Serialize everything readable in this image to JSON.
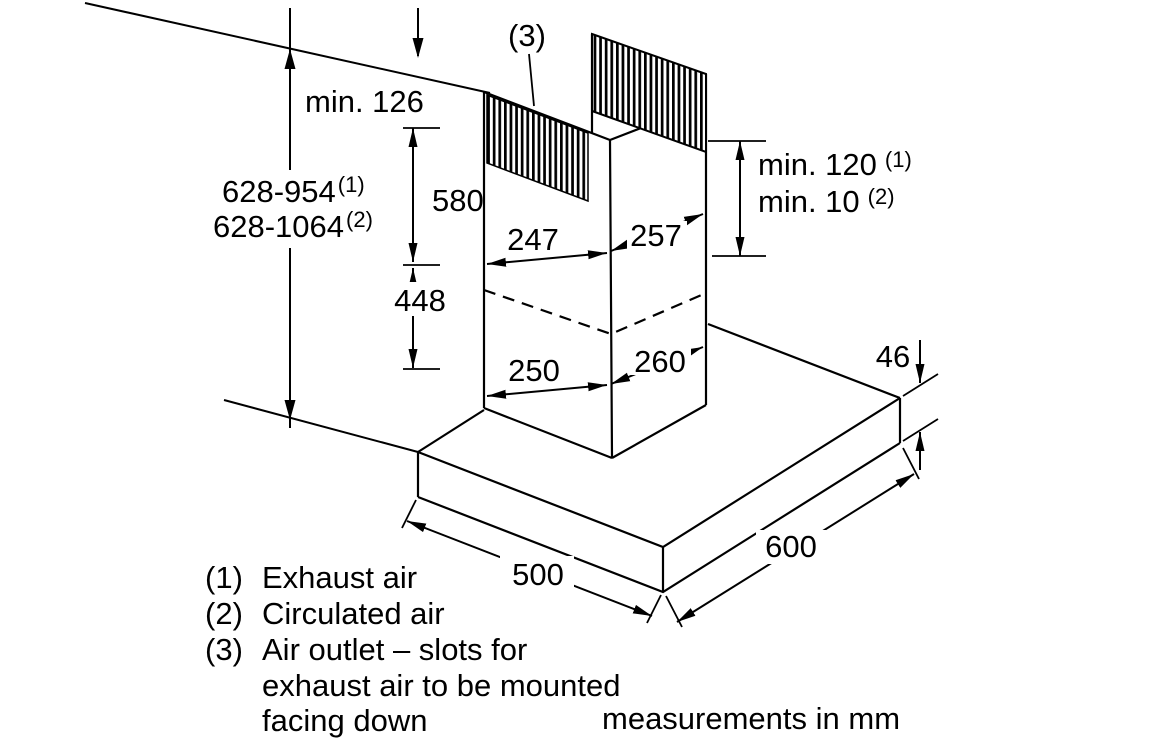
{
  "diagram": {
    "callout": "(3)",
    "dims": {
      "min_top_clearance": "min. 126",
      "height_exhaust": {
        "value": "628-954",
        "ref": "(1)"
      },
      "height_circulated": {
        "value": "628-1064",
        "ref": "(2)"
      },
      "upper_chimney_length": "580",
      "lower_chimney_length": "448",
      "chimney_top_front_width": "247",
      "chimney_top_side_depth": "257",
      "chimney_bottom_front_width": "250",
      "chimney_bottom_side_depth": "260",
      "min_clearance_exhaust": {
        "value": "min. 120",
        "ref": "(1)"
      },
      "min_clearance_circulated": {
        "value": "min. 10",
        "ref": "(2)"
      },
      "canopy_height": "46",
      "canopy_depth": "500",
      "canopy_width": "600"
    },
    "legend": [
      {
        "index": "(1)",
        "text": "Exhaust air"
      },
      {
        "index": "(2)",
        "text": "Circulated air"
      },
      {
        "index": "(3)",
        "text": "Air outlet – slots for"
      },
      {
        "index": "",
        "text": "exhaust air to be mounted"
      },
      {
        "index": "",
        "text": "facing down"
      }
    ],
    "note": "measurements in mm",
    "colors": {
      "line": "#000000",
      "background": "#ffffff"
    }
  }
}
